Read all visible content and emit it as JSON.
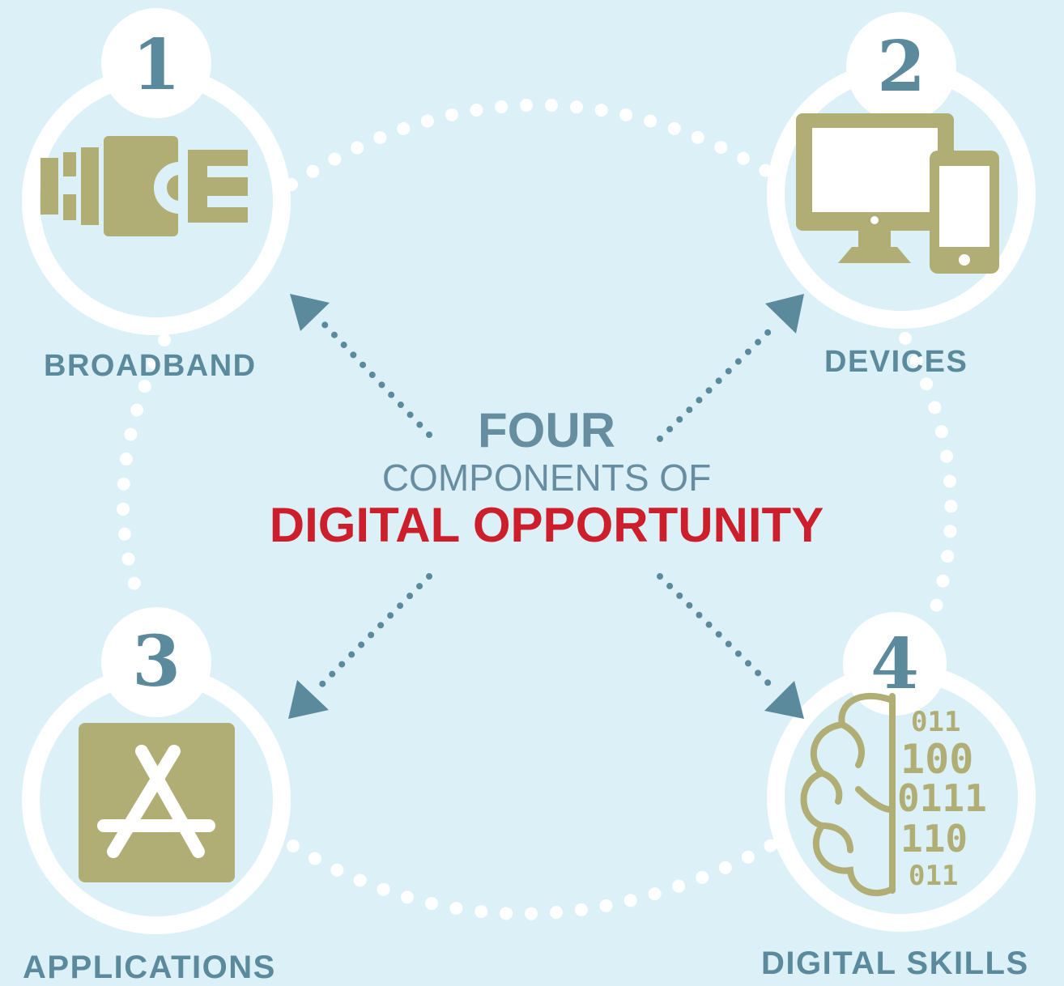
{
  "title": {
    "line1": "FOUR",
    "line2": "COMPONENTS OF",
    "line3": "DIGITAL OPPORTUNITY"
  },
  "components": [
    {
      "number": "1",
      "label": "BROADBAND",
      "icon": "ethernet-plug-icon"
    },
    {
      "number": "2",
      "label": "DEVICES",
      "icon": "computer-and-phone-icon"
    },
    {
      "number": "3",
      "label": "APPLICATIONS",
      "icon": "app-store-icon"
    },
    {
      "number": "4",
      "label": "DIGITAL SKILLS",
      "icon": "brain-binary-icon"
    }
  ],
  "colors": {
    "background": "#dcf0f7",
    "ring": "#ffffff",
    "icon": "#b1ae75",
    "numbers": "#5b8a9c",
    "arrows": "#5b8a9c",
    "accent": "#cc1f2b"
  }
}
